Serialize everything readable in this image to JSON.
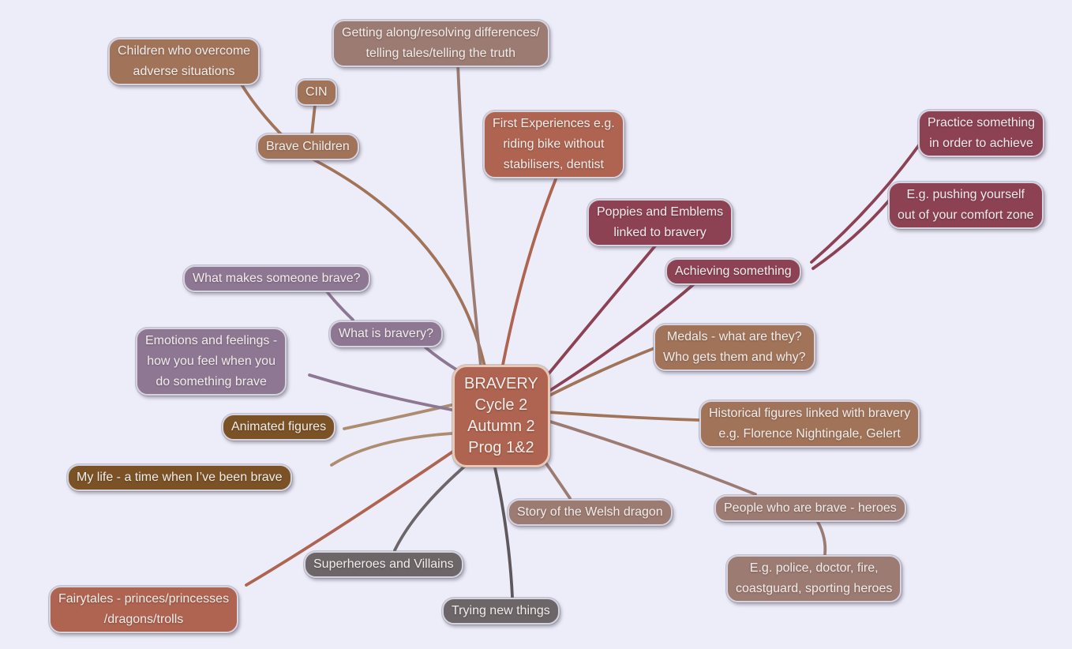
{
  "app": {
    "background": "#EDEDFA"
  },
  "palette": {
    "terracotta": "#AE6450",
    "brown": "#A1745A",
    "mauve_brown": "#9C7B72",
    "maroon": "#8D4254",
    "gray": "#6C6669",
    "dark_brown": "#7B5226",
    "purple": "#8E7793",
    "edge_tan": "#AC8D70",
    "node_border": "#D6D3E0",
    "center_border": "#E7C8B6",
    "text": "#F2ECEA"
  },
  "center": {
    "label": "BRAVERY\nCycle 2\nAutumn 2\nProg 1&2"
  },
  "nodes": [
    {
      "id": "children-overcome",
      "group": "brown",
      "label": "Children who overcome\nadverse situations"
    },
    {
      "id": "cin",
      "group": "brown",
      "label": "CIN"
    },
    {
      "id": "brave-children",
      "group": "brown",
      "label": "Brave Children"
    },
    {
      "id": "getting-along",
      "group": "mauve_brown",
      "label": "Getting along/resolving differences/\ntelling tales/telling the truth"
    },
    {
      "id": "first-experiences",
      "group": "terracotta",
      "label": "First Experiences e.g.\nriding bike without\nstabilisers, dentist"
    },
    {
      "id": "poppies",
      "group": "maroon",
      "label": "Poppies and Emblems\nlinked to bravery"
    },
    {
      "id": "achieving",
      "group": "maroon",
      "label": "Achieving something"
    },
    {
      "id": "practice",
      "group": "maroon",
      "label": "Practice something\nin order to achieve"
    },
    {
      "id": "pushing",
      "group": "maroon",
      "label": "E.g. pushing yourself\nout of your comfort zone"
    },
    {
      "id": "medals",
      "group": "brown",
      "label": "Medals - what are they?\nWho gets them and why?"
    },
    {
      "id": "historical",
      "group": "brown",
      "label": "Historical figures linked with bravery\ne.g. Florence Nightingale, Gelert"
    },
    {
      "id": "people-brave",
      "group": "mauve_brown",
      "label": "People who are brave - heroes"
    },
    {
      "id": "police",
      "group": "mauve_brown",
      "label": "E.g. police, doctor, fire,\ncoastguard, sporting heroes"
    },
    {
      "id": "welsh-dragon",
      "group": "mauve_brown",
      "label": "Story of the Welsh dragon"
    },
    {
      "id": "trying-new",
      "group": "gray",
      "label": "Trying new things"
    },
    {
      "id": "superheroes",
      "group": "gray",
      "label": "Superheroes and Villains"
    },
    {
      "id": "fairytales",
      "group": "terracotta",
      "label": "Fairytales - princes/princesses\n/dragons/trolls"
    },
    {
      "id": "my-life",
      "group": "dark_brown",
      "label": "My life - a time when I’ve been brave"
    },
    {
      "id": "animated",
      "group": "dark_brown",
      "label": "Animated figures"
    },
    {
      "id": "emotions",
      "group": "purple",
      "label": "Emotions and feelings -\nhow you feel when you\ndo something brave"
    },
    {
      "id": "what-is-bravery",
      "group": "purple",
      "label": "What is bravery?"
    },
    {
      "id": "what-makes",
      "group": "purple",
      "label": "What makes someone brave?"
    }
  ]
}
